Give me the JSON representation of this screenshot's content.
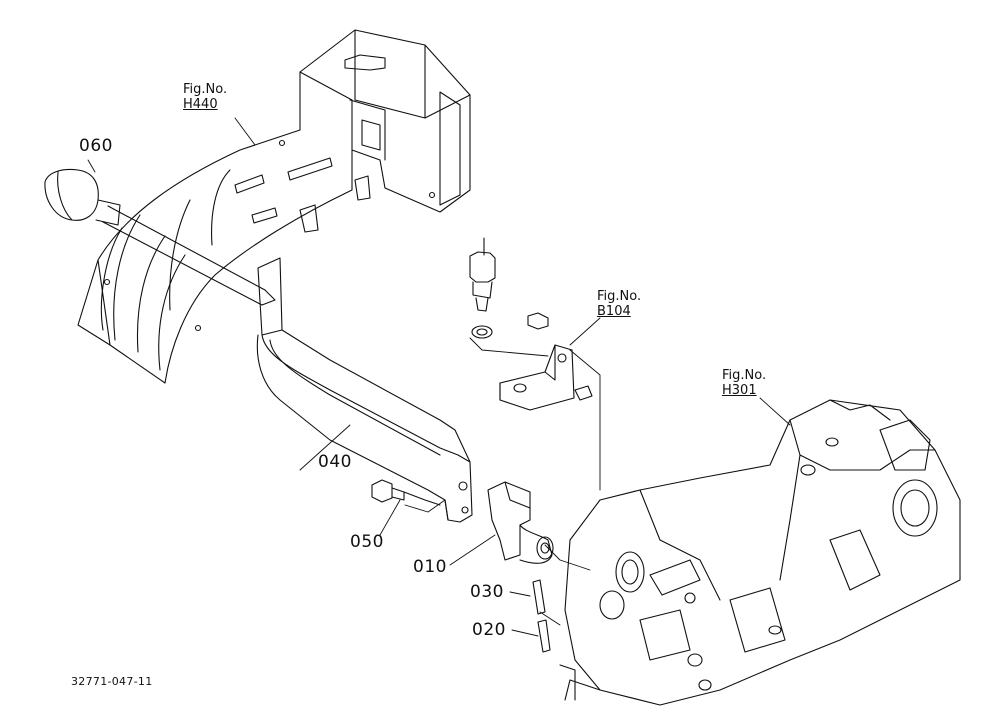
{
  "diagram": {
    "fig_refs": [
      {
        "line1": "Fig.No.",
        "line2": "H440"
      },
      {
        "line1": "Fig.No.",
        "line2": "B104"
      },
      {
        "line1": "Fig.No.",
        "line2": "H301"
      }
    ],
    "part_numbers": [
      "060",
      "040",
      "050",
      "010",
      "030",
      "020"
    ],
    "drawing_code": "32771-047-11"
  }
}
